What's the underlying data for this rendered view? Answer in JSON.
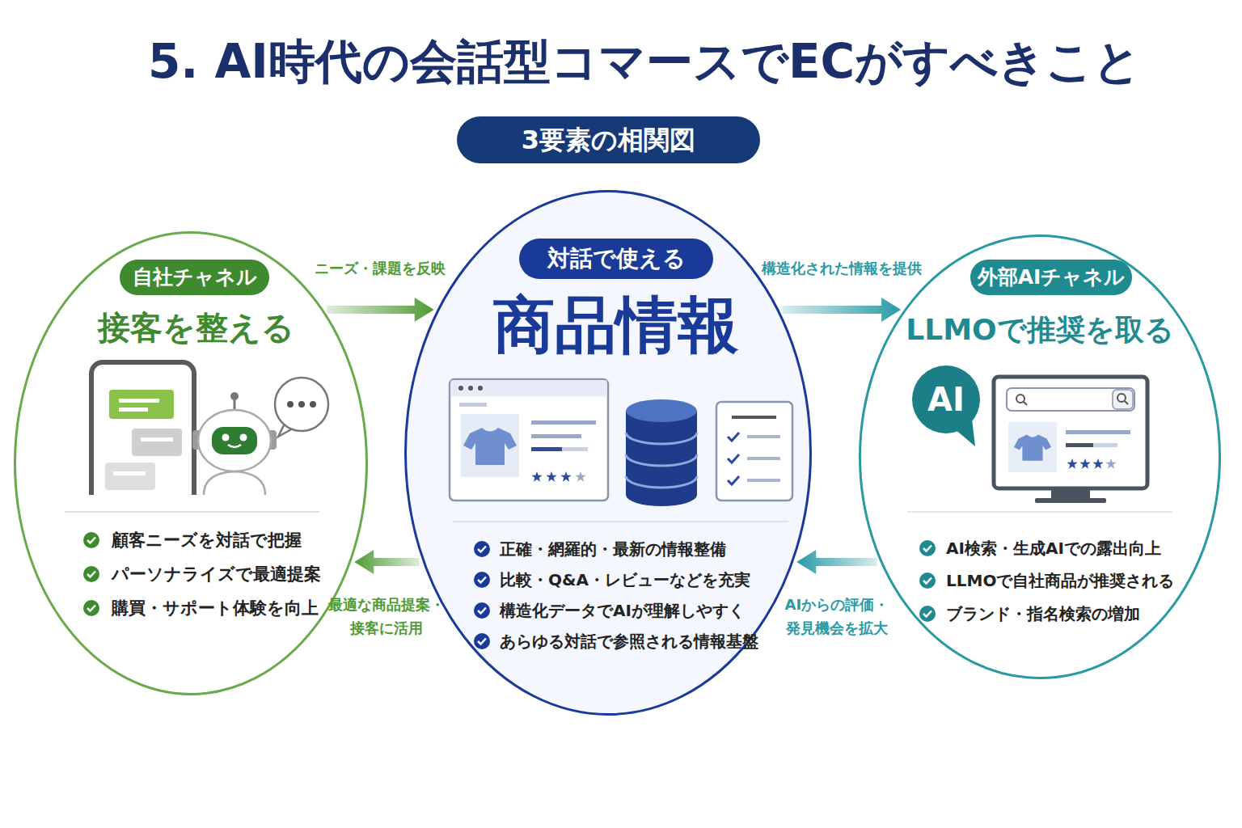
{
  "diagram": {
    "title": "5. AI時代の会話型コマースでECがすべきこと",
    "nodes": [
      {
        "text": [
          "3要素の相関図"
        ]
      },
      {
        "text": [
          "接客を整える",
          "顧客ニーズを対話で把握",
          "パーソナライズで最適提案",
          "購買・サポート体験を向上"
        ]
      },
      {
        "text": [
          "自社チャネル"
        ],
        "in": 1
      },
      {
        "text": [
          "商品情報",
          "正確・網羅的・最新の情報整備",
          "比較・Q&A・レビューなどを充実",
          "構造化データでAIが理解しやすく",
          "あらゆる対話で参照される情報基盤"
        ]
      },
      {
        "text": [
          "対話で使える"
        ],
        "in": 3
      },
      {
        "text": [
          "LLMOで推奨を取る",
          "AI検索・生成AIでの露出向上",
          "LLMOで自社商品が推奨される",
          "ブランド・指名検索の増加"
        ]
      },
      {
        "text": [
          "外部AIチャネル"
        ],
        "in": 5
      }
    ],
    "edges": [
      {
        "from": 1,
        "to": 3,
        "arrow": "to",
        "label": "ニーズ・課題を反映"
      },
      {
        "from": 3,
        "to": 5,
        "arrow": "to",
        "label": "構造化された情報を提供"
      },
      {
        "from": 3,
        "to": 1,
        "arrow": "to",
        "label": "最適な商品提案・接客に活用"
      },
      {
        "from": 5,
        "to": 3,
        "arrow": "to",
        "label": "AIからの評価・発見機会を拡大"
      }
    ],
    "labels": [
      "AI"
    ]
  }
}
